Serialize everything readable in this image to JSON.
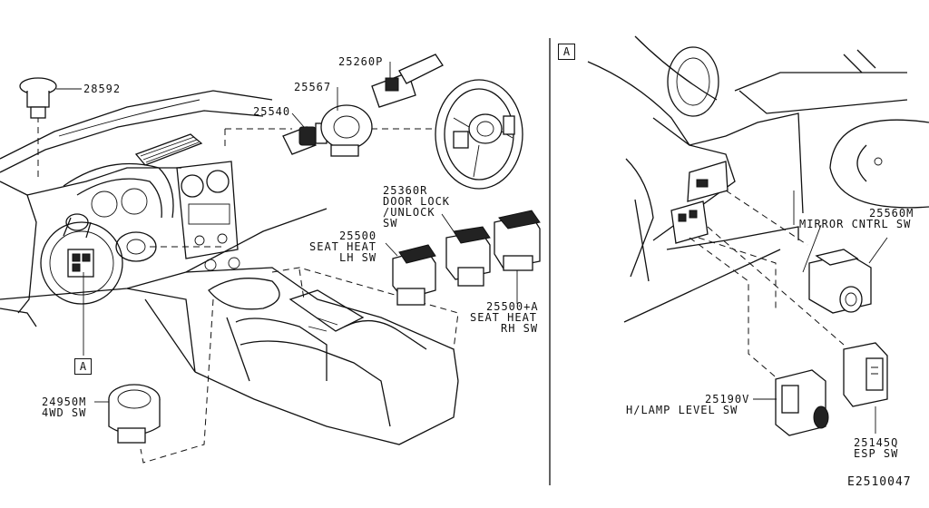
{
  "diagram_id": "E2510047",
  "section_tag": "A",
  "callouts": {
    "p28592": {
      "number": "28592"
    },
    "p25260p": {
      "number": "25260P"
    },
    "p25567": {
      "number": "25567"
    },
    "p25540": {
      "number": "25540"
    },
    "p25360r": {
      "number": "25360R",
      "desc1": "DOOR LOCK",
      "desc2": "/UNLOCK",
      "desc3": "SW"
    },
    "p25500": {
      "number": "25500",
      "desc1": "SEAT HEAT",
      "desc2": "LH SW"
    },
    "p25500a": {
      "number": "25500+A",
      "desc1": "SEAT HEAT",
      "desc2": "RH SW"
    },
    "p24950m": {
      "number": "24950M",
      "desc1": "4WD SW"
    },
    "p25560m": {
      "number": "25560M",
      "desc1": "MIRROR CNTRL SW"
    },
    "p25190v": {
      "number": "25190V",
      "desc1": "H/LAMP LEVEL SW"
    },
    "p25145q": {
      "number": "25145Q",
      "desc1": "ESP SW"
    }
  },
  "colors": {
    "line": "#111111",
    "background": "#ffffff"
  }
}
